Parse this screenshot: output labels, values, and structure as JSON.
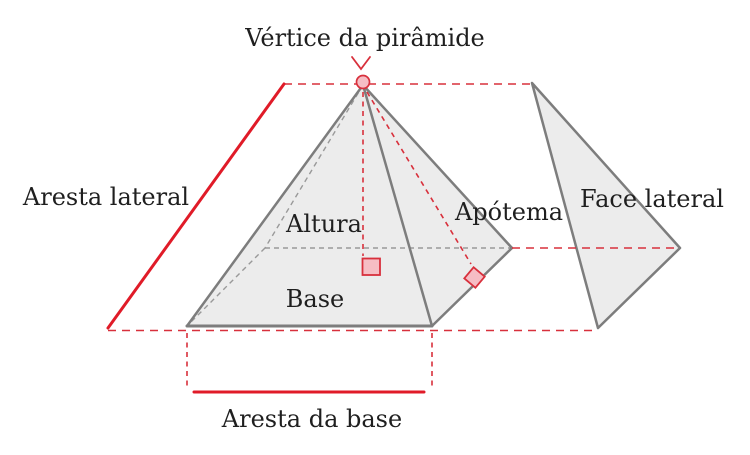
{
  "labels": {
    "vertex": "Vértice da pirâmide",
    "lateral_edge": "Aresta lateral",
    "height": "Altura",
    "apothem": "Apótema",
    "base": "Base",
    "lateral_face": "Face lateral",
    "base_edge": "Aresta da base"
  },
  "colors": {
    "red": "#e01b28",
    "red_dash": "#d8303c",
    "pink": "#f6bdc4",
    "grey_stroke": "#7d7d7d",
    "grey_dash": "#999999",
    "fill_grey": "#ececec",
    "text": "#1f1f1f"
  }
}
